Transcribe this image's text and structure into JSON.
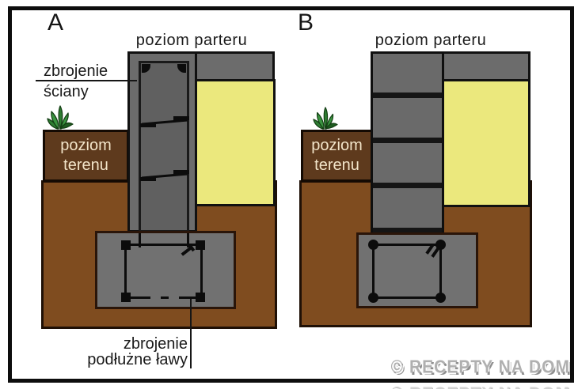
{
  "colors": {
    "ink": "#111111",
    "wall_gray": "#6c6c6c",
    "wall_inner_gray": "#606060",
    "block_gray": "#6a6a6a",
    "footing_gray": "#717171",
    "insulation_yellow": "#ebe87d",
    "soil_brown": "#7f4c1f",
    "terrain_dark_brown": "#5e3a1d",
    "terrain_text_cream": "#f2e4c9",
    "plant_green": "#3a9440",
    "watermark_gray": "#b0b0b0"
  },
  "panel_a": {
    "letter": "A",
    "floor_level_label": "poziom parteru",
    "terrain_level_label": [
      "poziom",
      "terenu"
    ],
    "wall_reinforcement_label": [
      "zbrojenie",
      "ściany"
    ],
    "footing_reinforcement_label": [
      "zbrojenie",
      "podłużne ławy"
    ]
  },
  "panel_b": {
    "letter": "B",
    "floor_level_label": "poziom parteru",
    "terrain_level_label": [
      "poziom",
      "terenu"
    ]
  },
  "watermark": "© RECEPTY NA DOM"
}
